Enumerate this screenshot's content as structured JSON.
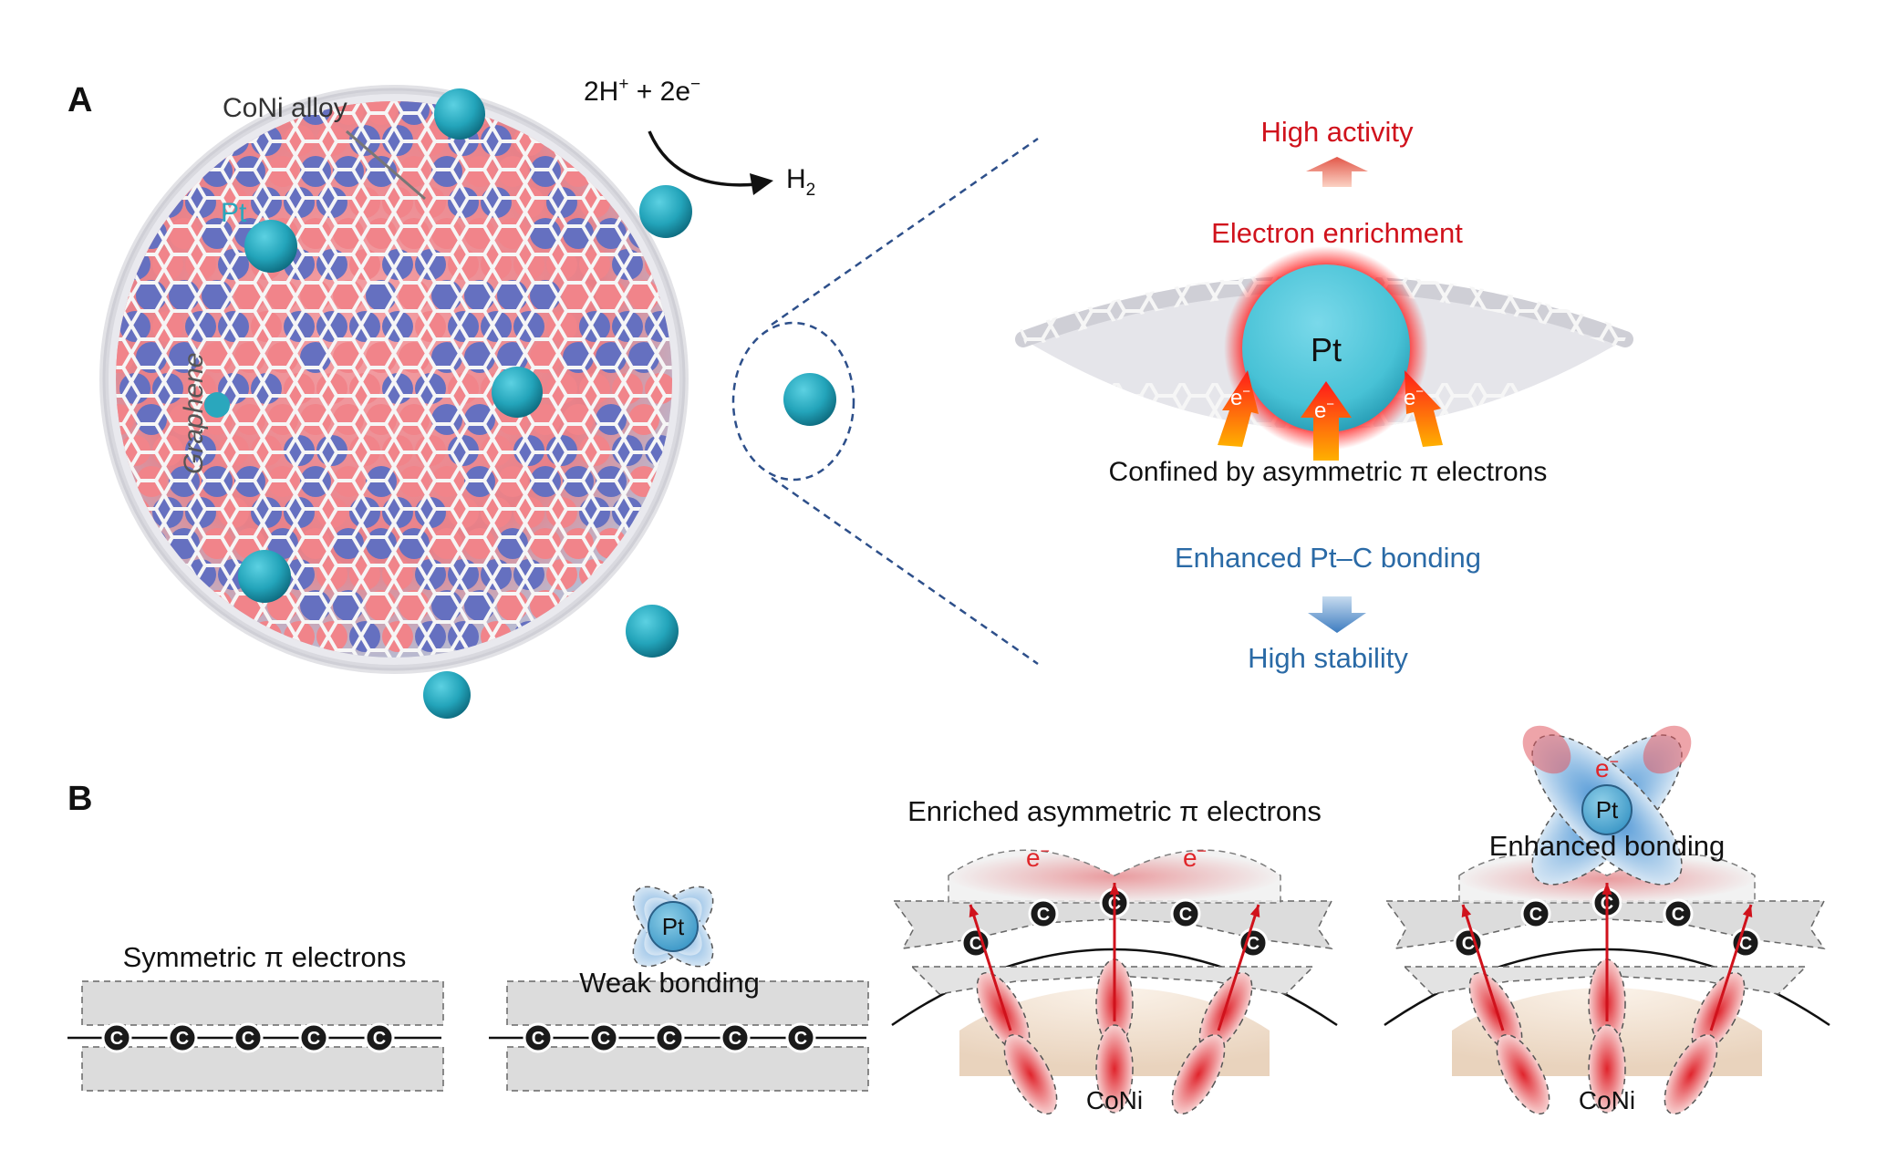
{
  "panel_a": {
    "letter": "A",
    "label_coni": "CoNi alloy",
    "label_pt": "Pt",
    "label_graphene": "Graphene",
    "reaction_h_pre": "2H",
    "reaction_h_sup": "+",
    "reaction_rest": " + 2e",
    "reaction_e_sup": "−",
    "product_base": "H",
    "product_sub": "2",
    "zoom": {
      "high_activity": "High activity",
      "electron_enrichment": "Electron enrichment",
      "pt": "Pt",
      "e_base": "e",
      "e_sup": "−",
      "confined": "Confined by asymmetric π electrons",
      "enhanced_bonding": "Enhanced Pt–C bonding",
      "high_stability": "High stability"
    }
  },
  "panel_b": {
    "letter": "B",
    "carbon": "C",
    "pt": "Pt",
    "e_base": "e",
    "e_sup": "−",
    "coni": "CoNi",
    "symmetric": "Symmetric π electrons",
    "weak": "Weak bonding",
    "enriched": "Enriched asymmetric π electrons",
    "enhanced": "Enhanced bonding"
  },
  "colors": {
    "pt_teal": "#2aa7bd",
    "red": "#d0121c",
    "blue": "#2a6aa6",
    "pink": "#f1848a",
    "indigo": "#6570c0",
    "grey_band": "#dcdcdc"
  }
}
